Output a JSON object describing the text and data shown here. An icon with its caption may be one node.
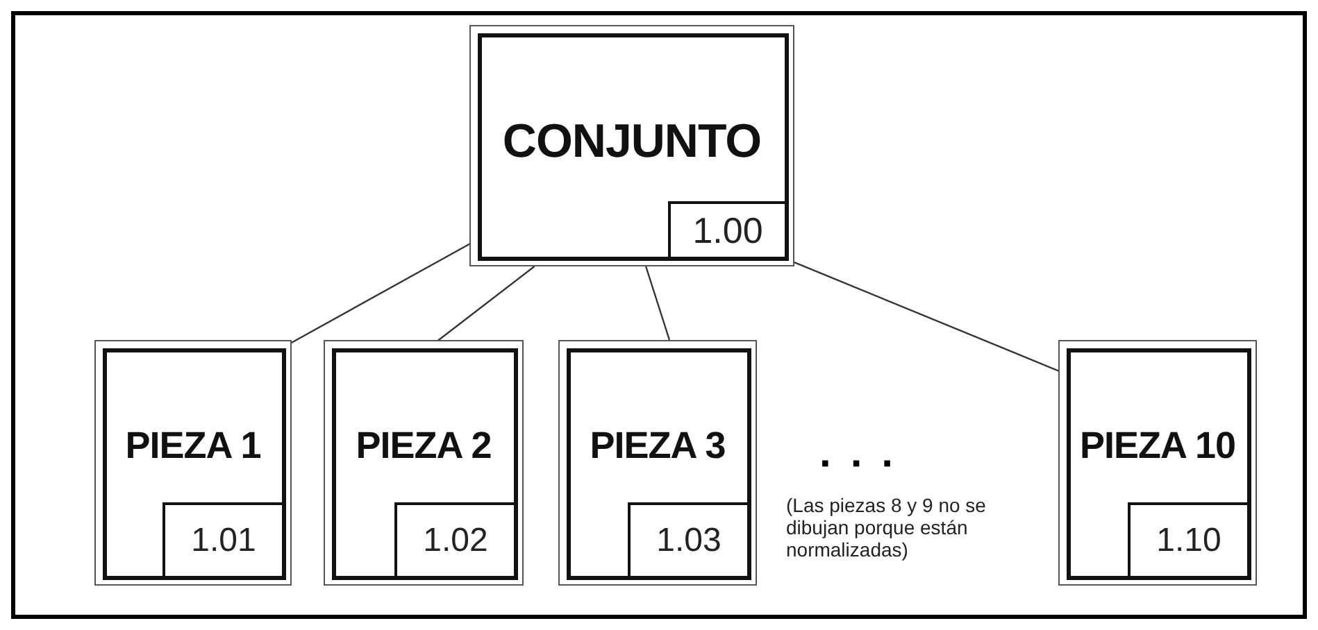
{
  "diagram": {
    "nodes": [
      {
        "text": [
          "CONJUNTO"
        ]
      },
      {
        "text": [
          "1.00"
        ],
        "in": 0
      },
      {
        "text": [
          "PIEZA 1"
        ]
      },
      {
        "text": [
          "1.01"
        ],
        "in": 2
      },
      {
        "text": [
          "PIEZA 2"
        ]
      },
      {
        "text": [
          "1.02"
        ],
        "in": 4
      },
      {
        "text": [
          "PIEZA 3"
        ]
      },
      {
        "text": [
          "1.03"
        ],
        "in": 6
      },
      {
        "text": [
          "PIEZA 10"
        ]
      },
      {
        "text": [
          "1.10"
        ],
        "in": 8
      }
    ],
    "edges": [
      {
        "from": 0,
        "to": 2,
        "arrow": "none"
      },
      {
        "from": 0,
        "to": 4,
        "arrow": "none"
      },
      {
        "from": 0,
        "to": 6,
        "arrow": "none"
      },
      {
        "from": 0,
        "to": 8,
        "arrow": "none"
      }
    ],
    "labels": [
      "· · ·",
      "(Las piezas 8 y 9 no se dibujan porque están normalizadas)"
    ]
  }
}
